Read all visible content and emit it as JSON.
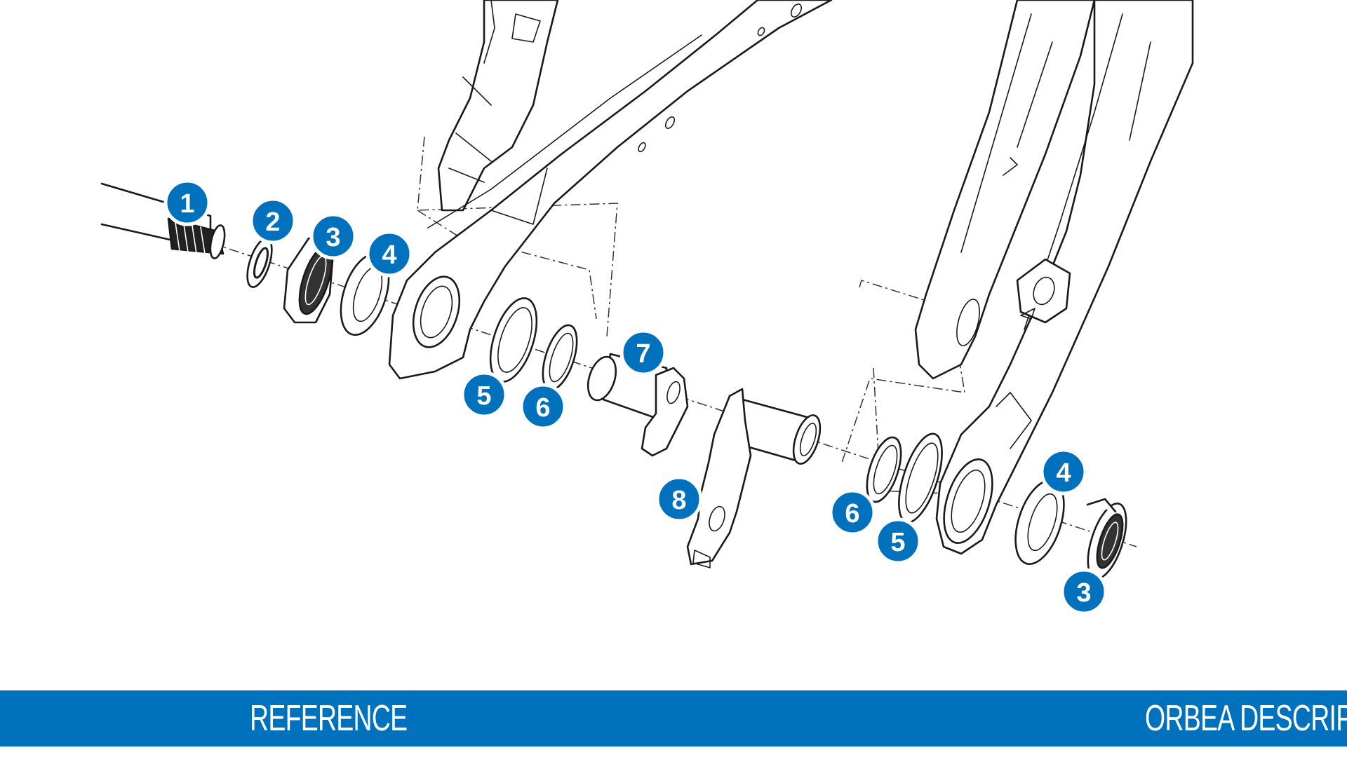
{
  "footer": {
    "left_label": "REFERENCE",
    "right_label": "ORBEA DESCRIPT"
  },
  "colors": {
    "accent": "#0071bc",
    "line": "#1a1a1a",
    "background": "#ffffff"
  },
  "callouts": [
    {
      "id": "c1",
      "label": "1"
    },
    {
      "id": "c2",
      "label": "2"
    },
    {
      "id": "c3a",
      "label": "3"
    },
    {
      "id": "c4a",
      "label": "4"
    },
    {
      "id": "c5a",
      "label": "5"
    },
    {
      "id": "c6a",
      "label": "6"
    },
    {
      "id": "c7",
      "label": "7"
    },
    {
      "id": "c8",
      "label": "8"
    },
    {
      "id": "c6b",
      "label": "6"
    },
    {
      "id": "c5b",
      "label": "5"
    },
    {
      "id": "c4b",
      "label": "4"
    },
    {
      "id": "c3b",
      "label": "3"
    }
  ]
}
